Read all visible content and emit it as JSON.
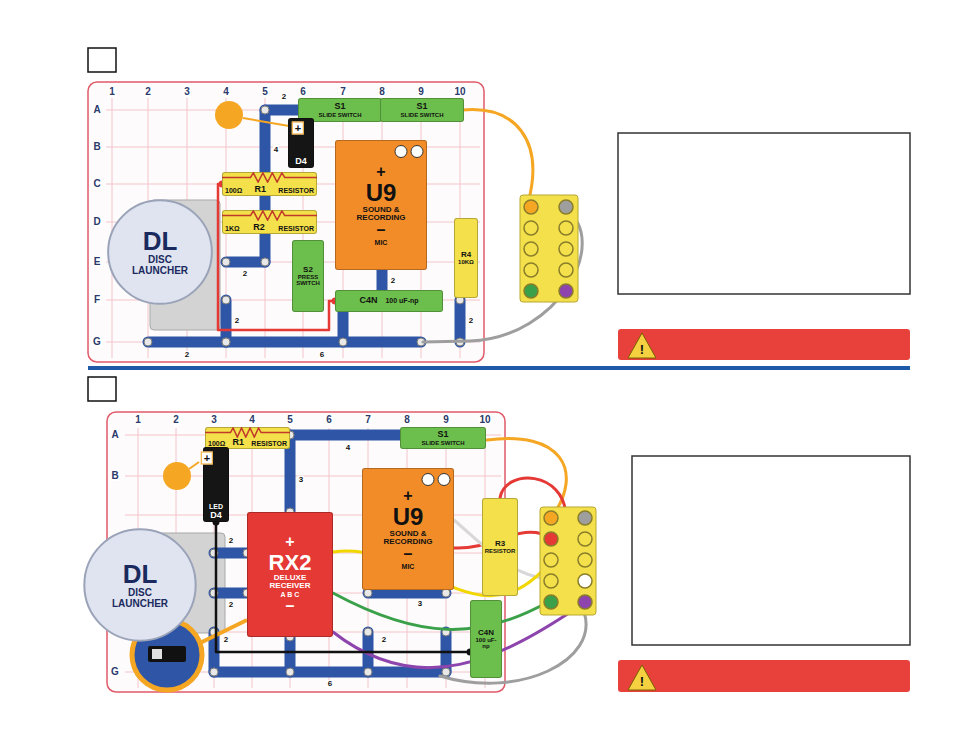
{
  "diagram": {
    "nodes": [
      {
        "text": [
          "S1",
          "SLIDE SWITCH"
        ]
      },
      {
        "text": [
          "S1",
          "SLIDE SWITCH"
        ]
      },
      {
        "text": [
          "D4"
        ]
      },
      {
        "text": [
          "R1",
          "100Ω",
          "RESISTOR"
        ]
      },
      {
        "text": [
          "+",
          "U9",
          "SOUND & RECORDING",
          "–",
          "MIC"
        ]
      },
      {
        "text": [
          "R2",
          "1KΩ",
          "RESISTOR"
        ]
      },
      {
        "text": [
          "DL",
          "DISC LAUNCHER"
        ]
      },
      {
        "text": [
          "S2",
          "PRESS SWITCH"
        ]
      },
      {
        "text": [
          "R4",
          "10KΩ"
        ]
      },
      {
        "text": [
          "C4N",
          "100 uF-np"
        ]
      },
      {
        "text": [
          "R1",
          "100Ω",
          "RESISTOR"
        ]
      },
      {
        "text": [
          "S1",
          "SLIDE SWITCH"
        ]
      },
      {
        "text": [
          "LED",
          "D4"
        ]
      },
      {
        "text": [
          "+",
          "U9",
          "SOUND & RECORDING",
          "–",
          "MIC"
        ]
      },
      {
        "text": [
          "R3",
          "RESISTOR"
        ]
      },
      {
        "text": [
          "+",
          "RX2",
          "DELUXE RECEIVER",
          "A B C",
          "–"
        ]
      },
      {
        "text": [
          "DL",
          "DISC LAUNCHER"
        ]
      },
      {
        "text": [
          "C4N",
          "100 uF-np"
        ]
      }
    ],
    "edges": [
      {
        "from": 3,
        "to": 9,
        "arrow": "none"
      },
      {
        "from": 12,
        "to": 17,
        "arrow": "none"
      }
    ],
    "labels": [
      "1",
      "2",
      "3",
      "4",
      "5",
      "6",
      "7",
      "8",
      "9",
      "10",
      "A",
      "B",
      "C",
      "D",
      "E",
      "F",
      "G",
      "4",
      "2",
      "2",
      "6",
      "2",
      "2",
      "2",
      "2",
      "+",
      "!",
      "1",
      "2",
      "3",
      "4",
      "5",
      "6",
      "7",
      "8",
      "9",
      "10",
      "A",
      "B",
      "G",
      "3",
      "4",
      "2",
      "2",
      "2",
      "6",
      "3",
      "2",
      "+",
      "!"
    ]
  }
}
